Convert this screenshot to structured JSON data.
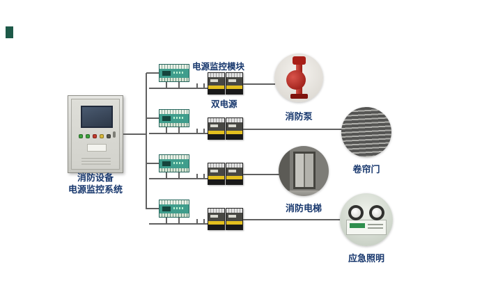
{
  "cabinet": {
    "label_line1": "消防设备",
    "label_line2": "电源监控系统"
  },
  "labels": {
    "module": "电源监控模块",
    "dual_power": "双电源"
  },
  "devices": [
    {
      "name": "消防泵"
    },
    {
      "name": "卷帘门"
    },
    {
      "name": "消防电梯"
    },
    {
      "name": "应急照明"
    }
  ],
  "colors": {
    "label_text": "#17376d",
    "connector_line": "#606060",
    "module_body": "#3f9d8c",
    "switch_body": "#3f3f3f",
    "switch_accent": "#e3bf1f",
    "pump_red": "#b5221c",
    "corner_artifact_green": "#1d5948"
  }
}
